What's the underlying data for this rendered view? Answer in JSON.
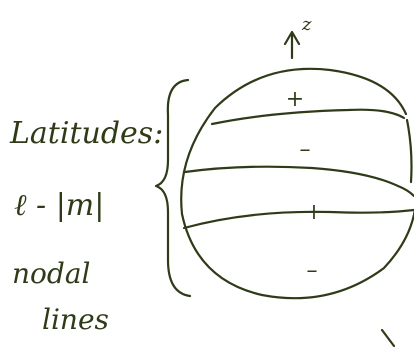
{
  "labels": {
    "axis": "z",
    "latitudes": "Latitudes:",
    "formula": "ℓ - |m|",
    "nodal": "nodal",
    "lines": "lines"
  },
  "signs": [
    "+",
    "–",
    "+",
    "–"
  ],
  "colors": {
    "ink": "#2f3b18",
    "background": "#ffffff"
  }
}
